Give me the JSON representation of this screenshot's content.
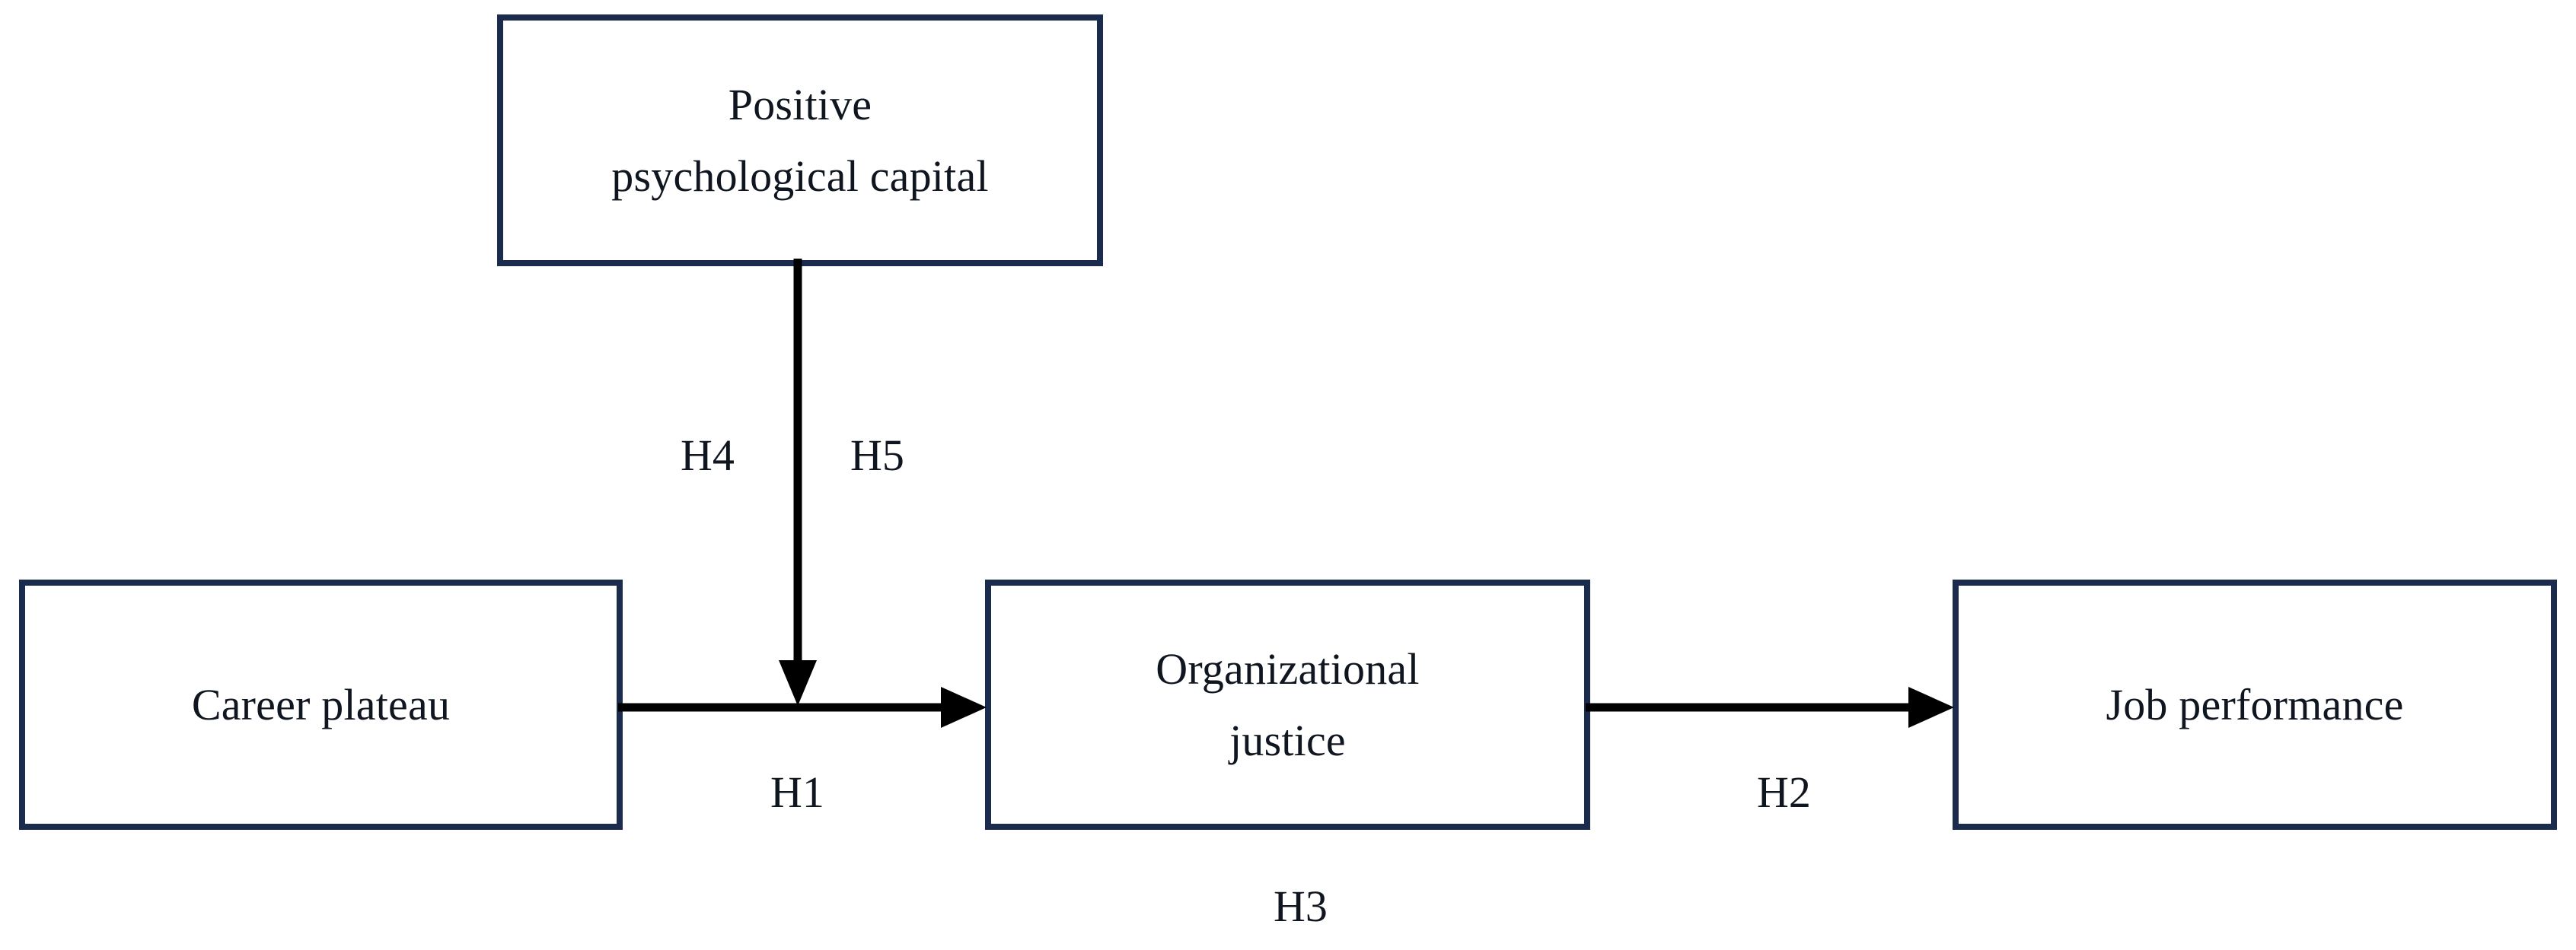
{
  "figure": {
    "type": "conceptual-research-model",
    "background_color": "#ffffff",
    "box_border_color": "#1b2b4d",
    "text_color": "#10161f",
    "arrow_color": "#000000"
  },
  "nodes": [
    {
      "id": "positive-psychological-capital",
      "label": "Positive\npsychological capital",
      "role": "moderator"
    },
    {
      "id": "career-plateau",
      "label": "Career plateau",
      "role": "independent-variable"
    },
    {
      "id": "organizational-justice",
      "label": "Organizational\njustice",
      "role": "mediator"
    },
    {
      "id": "job-performance",
      "label": "Job performance",
      "role": "dependent-variable"
    }
  ],
  "hypotheses": [
    {
      "id": "h1",
      "label": "H1",
      "from": "career-plateau",
      "to": "organizational-justice"
    },
    {
      "id": "h2",
      "label": "H2",
      "from": "organizational-justice",
      "to": "job-performance"
    },
    {
      "id": "h3",
      "label": "H3",
      "from": "career-plateau",
      "to": "job-performance"
    },
    {
      "id": "h4",
      "label": "H4",
      "from": "positive-psychological-capital",
      "to": "career-plateau-to-organizational-justice"
    },
    {
      "id": "h5",
      "label": "H5",
      "from": "positive-psychological-capital",
      "to": "organizational-justice-to-job-performance"
    }
  ],
  "arrows": [
    {
      "id": "moderation-vertical",
      "direction": "down",
      "style": "solid"
    },
    {
      "id": "plateau-to-justice",
      "direction": "right",
      "style": "solid"
    },
    {
      "id": "justice-to-performance",
      "direction": "right",
      "style": "solid"
    }
  ]
}
